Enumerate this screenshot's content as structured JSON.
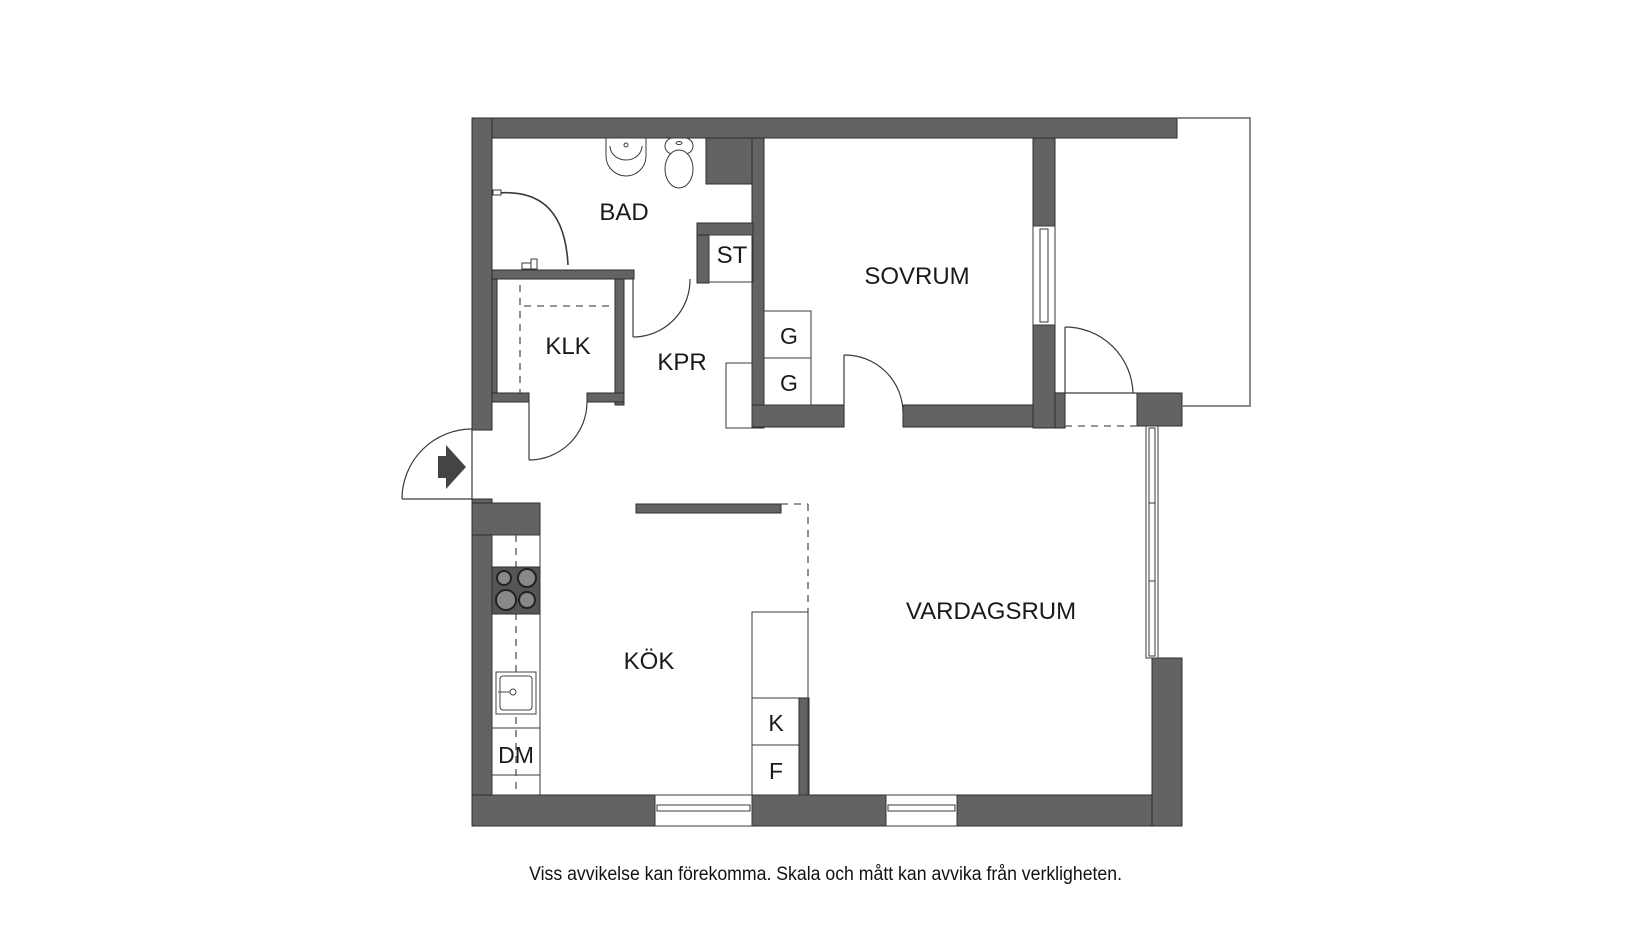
{
  "floorplan": {
    "wall_color": "#636363",
    "line_color": "#3a3a3a",
    "rooms": {
      "bad": "BAD",
      "st": "ST",
      "klk": "KLK",
      "kpr": "KPR",
      "sovrum": "SOVRUM",
      "kok": "KÖK",
      "vardagsrum": "VARDAGSRUM"
    },
    "fixtures": {
      "wardrobe_1": "G",
      "wardrobe_2": "G",
      "fridge": "K",
      "freezer": "F",
      "dishwasher": "DM"
    },
    "icons": [
      "entrance-arrow-icon",
      "stove-icon",
      "sink-icon",
      "washbasin-icon",
      "toilet-icon",
      "shower-icon"
    ]
  },
  "caption": "Viss avvikelse kan förekomma. Skala och mått kan avvika från verkligheten."
}
